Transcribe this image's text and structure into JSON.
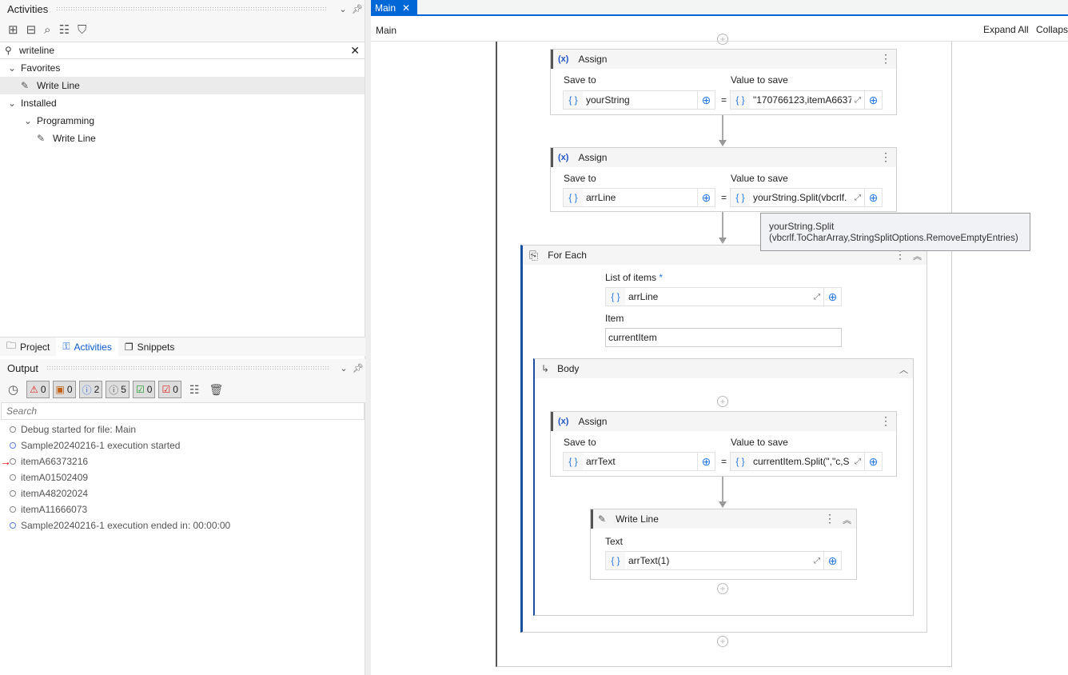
{
  "activities": {
    "title": "Activities",
    "search_value": "writeline",
    "tree": [
      {
        "label": "Favorites"
      },
      {
        "label": "Write Line"
      },
      {
        "label": "Installed"
      },
      {
        "label": "Programming"
      },
      {
        "label": "Write Line"
      }
    ]
  },
  "bottom_tabs": [
    {
      "label": "Project"
    },
    {
      "label": "Activities"
    },
    {
      "label": "Snippets"
    }
  ],
  "output": {
    "title": "Output",
    "search_placeholder": "Search",
    "counts": {
      "errors": "0",
      "warnings": "0",
      "info": "2",
      "trace": "5",
      "success": "0",
      "failed": "0"
    },
    "log": [
      {
        "text": "Debug started for file: Main",
        "level": "trace"
      },
      {
        "text": "Sample20240216-1 execution started",
        "level": "info"
      },
      {
        "text": "itemA66373216",
        "level": "trace"
      },
      {
        "text": "itemA01502409",
        "level": "trace"
      },
      {
        "text": "itemA48202024",
        "level": "trace"
      },
      {
        "text": "itemA11666073",
        "level": "trace"
      },
      {
        "text": "Sample20240216-1 execution ended in: 00:00:00",
        "level": "info"
      }
    ]
  },
  "editor": {
    "tab": "Main",
    "breadcrumb": "Main",
    "expand_all": "Expand All",
    "collapse_all": "Collapse All"
  },
  "workflow": {
    "assign1": {
      "title": "Assign",
      "save_to_label": "Save to",
      "value_label": "Value to save",
      "save_to": "yourString",
      "value": "\"170766123,itemA6637"
    },
    "assign2": {
      "title": "Assign",
      "save_to_label": "Save to",
      "value_label": "Value to save",
      "save_to": "arrLine",
      "value": "yourString.Split(vbcrlf."
    },
    "tooltip": {
      "line1": "yourString.Split",
      "line2": "(vbcrlf.ToCharArray,StringSplitOptions.RemoveEmptyEntries)"
    },
    "foreach": {
      "title": "For Each",
      "list_label": "List of items",
      "required": "*",
      "list_value": "arrLine",
      "item_label": "Item",
      "item_value": "currentItem",
      "body_title": "Body"
    },
    "assign3": {
      "title": "Assign",
      "save_to_label": "Save to",
      "value_label": "Value to save",
      "save_to": "arrText",
      "value": "currentItem.Split(\",\"c,S"
    },
    "writeline": {
      "title": "Write Line",
      "text_label": "Text",
      "text_value": "arrText(1)"
    }
  },
  "colors": {
    "accent": "#0067d6",
    "error": "#e02020",
    "warning": "#c06010",
    "info": "#3a6fe0",
    "success": "#1a9a2a"
  }
}
